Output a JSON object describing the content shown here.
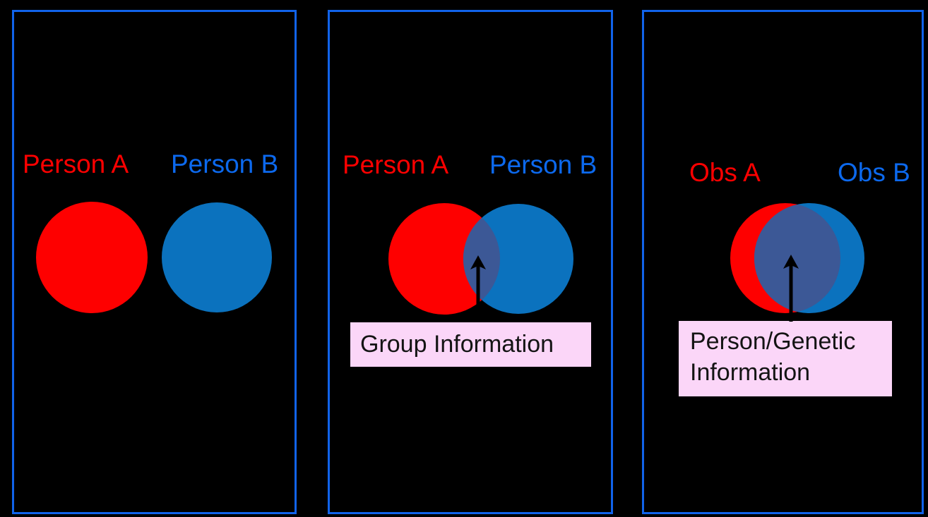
{
  "figure": {
    "description": "Three-panel Venn diagram figure comparing circle overlap",
    "panels": [
      {
        "id": "no-overlap",
        "label_a": "Person A",
        "label_b": "Person B"
      },
      {
        "id": "partial-overlap",
        "label_a": "Person A",
        "label_b": "Person B",
        "callout": "Group Information"
      },
      {
        "id": "near-full-overlap",
        "label_a": "Obs A",
        "label_b": "Obs B",
        "callout": "Person/Genetic Information"
      }
    ]
  },
  "colors": {
    "background": "#000000",
    "panel_border": "#1163EA",
    "circle_red": "#FE0000",
    "circle_blue": "#0B72BE",
    "overlap": "#3C5896",
    "label_red": "#FE0000",
    "label_blue": "#0C69EE",
    "callout_bg": "#FBD6F8",
    "callout_text": "#141414",
    "arrow": "#000000"
  }
}
